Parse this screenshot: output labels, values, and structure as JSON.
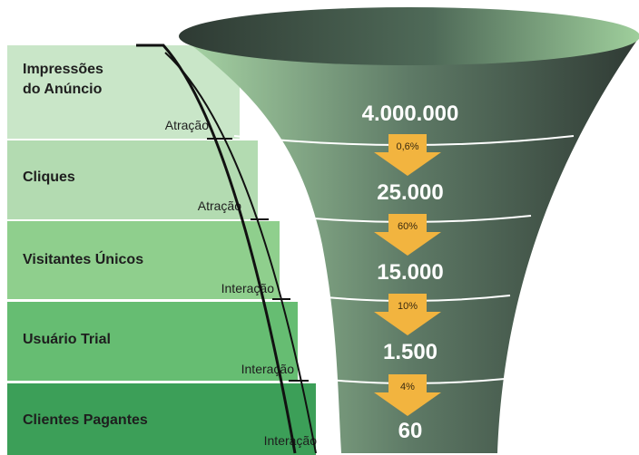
{
  "stages": [
    {
      "title": "Impressões\ndo Anúncio",
      "phase": "Atração",
      "value": "4.000.000",
      "band_color": "#c9e6c8"
    },
    {
      "title": "Cliques",
      "phase": "Atração",
      "value": "25.000",
      "band_color": "#b3dbb1"
    },
    {
      "title": "Visitantes Únicos",
      "phase": "Interação",
      "value": "15.000",
      "band_color": "#8fcf8d"
    },
    {
      "title": "Usuário Trial",
      "phase": "Interação",
      "value": "1.500",
      "band_color": "#66bd72"
    },
    {
      "title": "Clientes Pagantes",
      "phase": "Interação",
      "value": "60",
      "band_color": "#3c9f58"
    }
  ],
  "conversions": [
    "0,6%",
    "60%",
    "10%",
    "4%"
  ],
  "colors": {
    "arrow": "#f2b43f",
    "funnel_top": "#a3d3a1",
    "funnel_dark": "#2f3a34"
  }
}
